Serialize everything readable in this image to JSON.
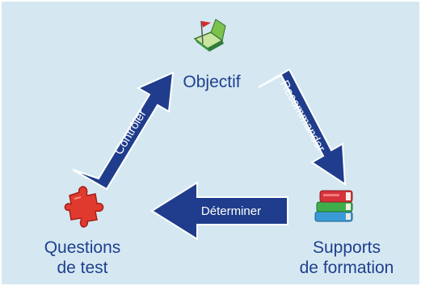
{
  "diagram": {
    "background": "#d5e8f1",
    "arrow_color": "#1f3d8c",
    "text_color": "#1f3f8f",
    "nodes": {
      "top": {
        "label": "Objectif",
        "icon": "book-flag-icon"
      },
      "bottom_left": {
        "label_line1": "Questions",
        "label_line2": "de test",
        "icon": "puzzle-piece-icon"
      },
      "bottom_right": {
        "label_line1": "Supports",
        "label_line2": "de formation",
        "icon": "books-stack-icon"
      }
    },
    "arrows": {
      "left_up": "Contrôler",
      "right_down": "Recommander",
      "bottom": "Déterminer"
    }
  }
}
